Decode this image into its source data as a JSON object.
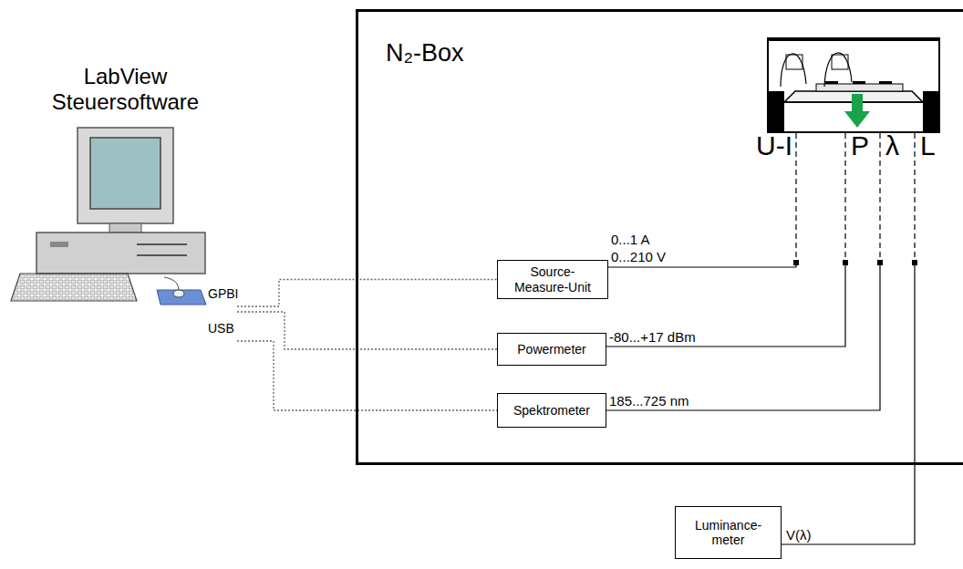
{
  "diagram": {
    "nodes": [
      {
        "text": [
          "LabView Steuersoftware"
        ]
      },
      {
        "text": [
          "N₂-Box"
        ]
      },
      {
        "text": [
          "Source- Measure-Unit"
        ],
        "in": 1
      },
      {
        "text": [
          "Powermeter"
        ],
        "in": 1
      },
      {
        "text": [
          "Spektrometer"
        ],
        "in": 1
      },
      {
        "text": [
          "Luminance- meter"
        ]
      }
    ],
    "edges": [
      {
        "from": 0,
        "to": 2,
        "arrow": "none"
      },
      {
        "from": 0,
        "to": 3,
        "arrow": "none"
      },
      {
        "from": 0,
        "to": 4,
        "arrow": "none"
      }
    ],
    "labels": [
      "0...1 A",
      "0...210 V",
      "-80...+17 dBm",
      "185...725 nm",
      "V(λ)",
      "GPBI",
      "USB",
      "U-I",
      "P",
      "λ",
      "L"
    ]
  }
}
